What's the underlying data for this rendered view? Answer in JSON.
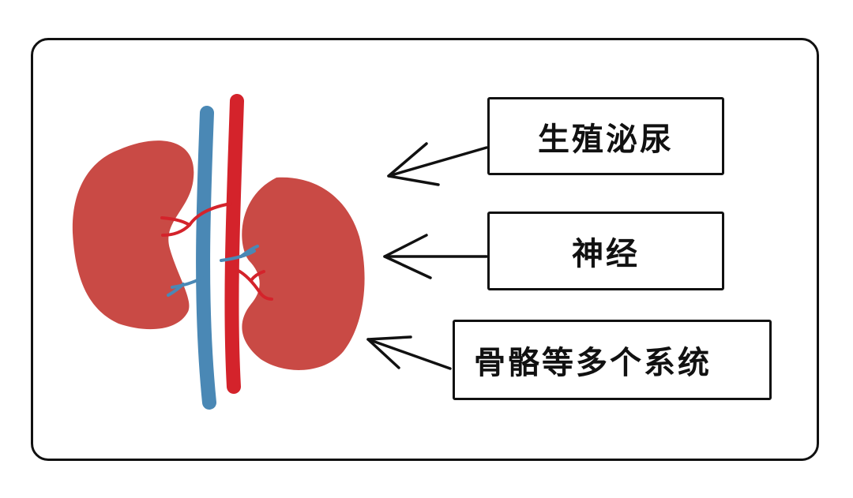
{
  "labels": {
    "reproductive": "生殖泌尿",
    "nervous": "神经",
    "skeletal": "骨骼等多个系统"
  },
  "colors": {
    "kidney": "#c94a45",
    "vein": "#4a88b5",
    "artery": "#d4232b",
    "outline": "#111111",
    "background": "#ffffff"
  }
}
